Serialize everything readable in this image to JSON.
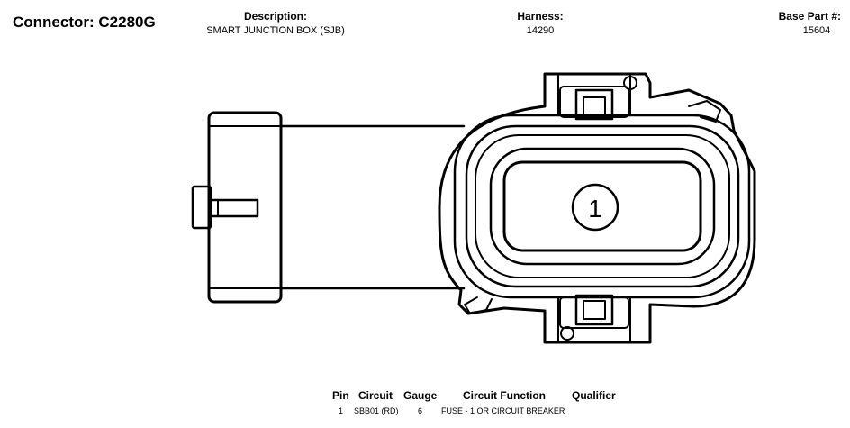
{
  "connector": {
    "label": "Connector: C2280G"
  },
  "header": {
    "description_label": "Description:",
    "description_value": "SMART JUNCTION BOX (SJB)",
    "harness_label": "Harness:",
    "harness_value": "14290",
    "base_part_label": "Base Part #:",
    "base_part_value": "15604"
  },
  "diagram": {
    "pin_labels": [
      "1"
    ]
  },
  "pin_table": {
    "headers": {
      "pin": "Pin",
      "circuit": "Circuit",
      "gauge": "Gauge",
      "function": "Circuit Function",
      "qualifier": "Qualifier"
    },
    "rows": [
      {
        "pin": "1",
        "circuit": "SBB01 (RD)",
        "gauge": "6",
        "function": "FUSE - 1 OR CIRCUIT BREAKER",
        "qualifier": ""
      }
    ]
  }
}
